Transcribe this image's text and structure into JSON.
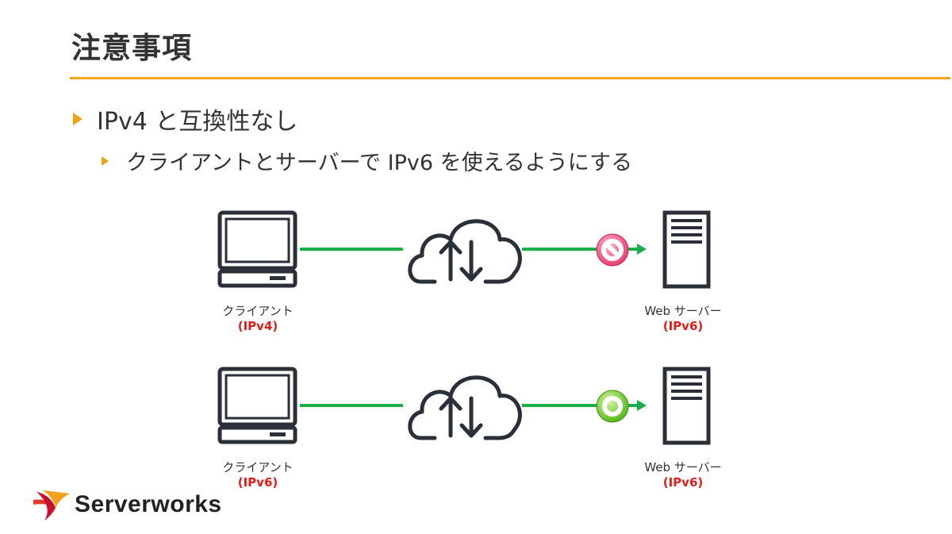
{
  "slide": {
    "title": "注意事項",
    "bullets": [
      {
        "text": "IPv4 と互換性なし"
      },
      {
        "text": "クライアントとサーバーで IPv6 を使えるようにする"
      }
    ]
  },
  "diagram": {
    "rows": [
      {
        "client_label": "クライアント",
        "client_protocol": "(IPv4)",
        "server_label": "Web サーバー",
        "server_protocol": "(IPv6)",
        "status": "blocked",
        "status_icon": "prohibited-icon"
      },
      {
        "client_label": "クライアント",
        "client_protocol": "(IPv6)",
        "server_label": "Web サーバー",
        "server_protocol": "(IPv6)",
        "status": "allowed",
        "status_icon": "ok-circle-icon"
      }
    ],
    "colors": {
      "line": "#1aaf4b",
      "protocol": "#e21b1b",
      "accent": "#f0a81c",
      "blocked": "#e94a7a",
      "allowed": "#7bd13a"
    }
  },
  "footer": {
    "logo_text": "Serverworks"
  }
}
